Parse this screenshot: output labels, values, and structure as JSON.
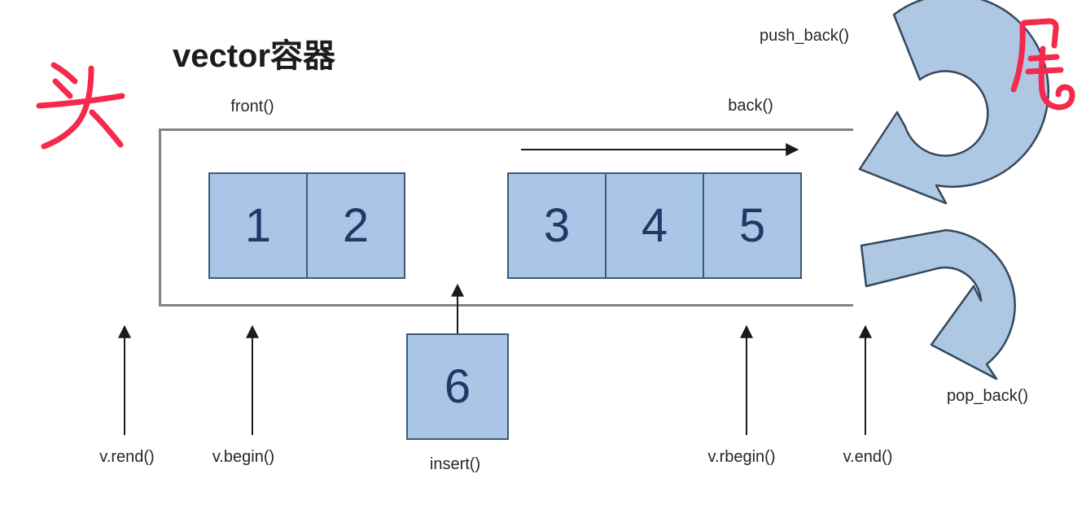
{
  "title": "vector容器",
  "annotations": {
    "head_char": "头",
    "tail_char": "尾"
  },
  "labels": {
    "front": "front()",
    "back": "back()",
    "push_back": "push_back()",
    "pop_back": "pop_back()",
    "insert": "insert()",
    "v_rend": "v.rend()",
    "v_begin": "v.begin()",
    "v_rbegin": "v.rbegin()",
    "v_end": "v.end()"
  },
  "vector": {
    "left_cells": [
      "1",
      "2"
    ],
    "right_cells": [
      "3",
      "4",
      "5"
    ],
    "insert_value": "6"
  },
  "icons": {
    "push_back_arrow": "curved-arrow-clockwise-into-container",
    "pop_back_arrow": "curved-arrow-clockwise-out-of-container",
    "iteration_arrow": "right-arrow",
    "iterator_arrows": "up-arrow"
  },
  "colors": {
    "cell_fill": "#a9c6e6",
    "cell_border": "#3c5a78",
    "cell_text": "#1f3864",
    "container_border": "#828282",
    "curved_arrow_fill": "#aec7e3",
    "curved_arrow_border": "#34495e",
    "annotation_red": "#f5294b",
    "label_text": "#262626"
  }
}
